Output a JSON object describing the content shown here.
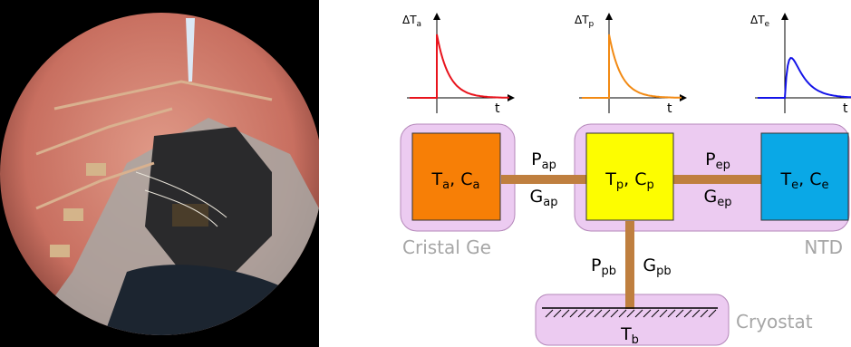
{
  "photo": {
    "description_icon": "microscope-photo-icon"
  },
  "plots": [
    {
      "label_main": "ΔT",
      "label_sub": "a",
      "x_label": "t",
      "color": "#e8141d"
    },
    {
      "label_main": "ΔT",
      "label_sub": "p",
      "x_label": "t",
      "color": "#f28a14"
    },
    {
      "label_main": "ΔT",
      "label_sub": "e",
      "x_label": "t",
      "color": "#1414e8"
    }
  ],
  "groups": {
    "cristal": {
      "label": "Cristal Ge",
      "color": "#eccbf1"
    },
    "ntd": {
      "label": "NTD",
      "color": "#eccbf1"
    },
    "cryostat": {
      "label": "Cryostat",
      "color": "#eccbf1"
    }
  },
  "nodes": {
    "a": {
      "main": "T",
      "sub1": "a",
      "sep": ", ",
      "main2": "C",
      "sub2": "a",
      "color": "#f77f06"
    },
    "p": {
      "main": "T",
      "sub1": "p",
      "sep": ", ",
      "main2": "C",
      "sub2": "p",
      "color": "#fdfd00"
    },
    "e": {
      "main": "T",
      "sub1": "e",
      "sep": ", ",
      "main2": "C",
      "sub2": "e",
      "color": "#0aa8e6"
    },
    "b": {
      "main": "T",
      "sub1": "b"
    }
  },
  "links": {
    "ap": {
      "p_main": "P",
      "p_sub": "ap",
      "g_main": "G",
      "g_sub": "ap"
    },
    "ep": {
      "p_main": "P",
      "p_sub": "ep",
      "g_main": "G",
      "g_sub": "ep"
    },
    "pb": {
      "p_main": "P",
      "p_sub": "pb",
      "g_main": "G",
      "g_sub": "pb"
    }
  },
  "colors": {
    "link": "#bf7f3f",
    "node_border": "#333333"
  }
}
